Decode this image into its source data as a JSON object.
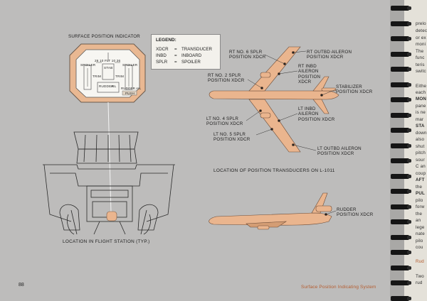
{
  "page_number": "88",
  "section_title": "Surface Position Indicating System",
  "indicator": {
    "heading": "SURFACE POSITION INDICATOR",
    "dial_labels": [
      "SPOILER",
      "26 10 FLT 10 26",
      "STAB",
      "SPOILER",
      "TRIM",
      "TRIM",
      "RUDDER",
      "AIL",
      "RUDDER AIL",
      "PUSH"
    ]
  },
  "legend": {
    "title": "LEGEND:",
    "rows": [
      {
        "abbr": "XDCR",
        "eq": "=",
        "meaning": "TRANSDUCER"
      },
      {
        "abbr": "INBD",
        "eq": "=",
        "meaning": "INBOARD"
      },
      {
        "abbr": "SPLR",
        "eq": "=",
        "meaning": "SPOILER"
      }
    ]
  },
  "callouts": {
    "rt6": "RT NO. 6 SPLR\nPOSITION XDCR",
    "rt_outbd": "RT OUTBD AILERON\nPOSITION XDCR",
    "rt_inbd": "RT INBD\nAILERON\nPOSITION\nXDCR",
    "rt2": "RT NO. 2 SPLR\nPOSITION XDCR",
    "stab": "STABILIZER\nPOSITION XDCR",
    "lt_inbd": "LT INBD\nAILERON\nPOSITION XDCR",
    "lt4": "LT NO. 4 SPLR\nPOSITION XDCR",
    "lt5": "LT NO. 5 SPLR\nPOSITION XDCR",
    "lt_outbd": "LT OUTBD AILERON\nPOSITION XDCR",
    "rudder": "RUDDER\nPOSITION XDCR"
  },
  "captions": {
    "transducers": "LOCATION OF POSITION TRANSDUCERS ON L-1011",
    "flight_station": "LOCATION IN FLIGHT STATION (TYP.)"
  },
  "next_page_fragments": [
    {
      "text": "prelo",
      "style": ""
    },
    {
      "text": "detec",
      "style": ""
    },
    {
      "text": "or ex",
      "style": ""
    },
    {
      "text": "moni",
      "style": ""
    },
    {
      "text": "The",
      "style": ""
    },
    {
      "text": "func",
      "style": ""
    },
    {
      "text": "teris",
      "style": ""
    },
    {
      "text": "switc",
      "style": ""
    },
    {
      "text": "Eithe",
      "style": ""
    },
    {
      "text": "each",
      "style": ""
    },
    {
      "text": "MON",
      "style": "b"
    },
    {
      "text": "pane",
      "style": ""
    },
    {
      "text": "is ne",
      "style": ""
    },
    {
      "text": "mar",
      "style": ""
    },
    {
      "text": "STA",
      "style": "b"
    },
    {
      "text": "down",
      "style": ""
    },
    {
      "text": "also",
      "style": ""
    },
    {
      "text": "shut",
      "style": ""
    },
    {
      "text": "pitch",
      "style": ""
    },
    {
      "text": "sour",
      "style": ""
    },
    {
      "text": "C an",
      "style": ""
    },
    {
      "text": "coup",
      "style": ""
    },
    {
      "text": "AFT",
      "style": "b"
    },
    {
      "text": "the",
      "style": ""
    },
    {
      "text": "PUL",
      "style": "b"
    },
    {
      "text": "pilo",
      "style": ""
    },
    {
      "text": "forw",
      "style": ""
    },
    {
      "text": "the",
      "style": ""
    },
    {
      "text": "an",
      "style": ""
    },
    {
      "text": "lege",
      "style": ""
    },
    {
      "text": "nate",
      "style": ""
    },
    {
      "text": "pilo",
      "style": ""
    },
    {
      "text": "cou",
      "style": ""
    },
    {
      "text": "Rud",
      "style": "or"
    },
    {
      "text": "Two",
      "style": ""
    },
    {
      "text": "rud",
      "style": ""
    }
  ],
  "colors": {
    "page": "#bdbcbb",
    "aircraft": "#eab58e",
    "accent": "#b55a2c",
    "panel": "#f3f1ec"
  }
}
